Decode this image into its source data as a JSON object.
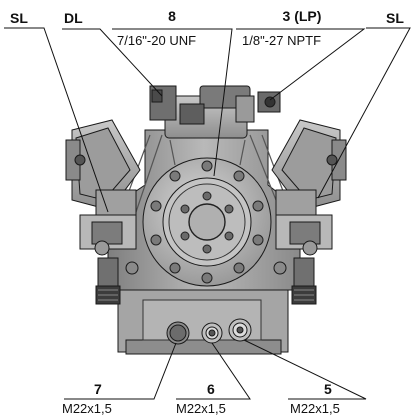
{
  "labels": {
    "sl_left": "SL",
    "dl": "DL",
    "sl_right": "SL",
    "c8_num": "8",
    "c8_spec": "7/16\"-20 UNF",
    "c3_num": "3 (LP)",
    "c3_spec": "1/8\"-27 NPTF",
    "c7_num": "7",
    "c7_spec": "M22x1,5",
    "c6_num": "6",
    "c6_spec": "M22x1,5",
    "c5_num": "5",
    "c5_spec": "M22x1,5"
  }
}
